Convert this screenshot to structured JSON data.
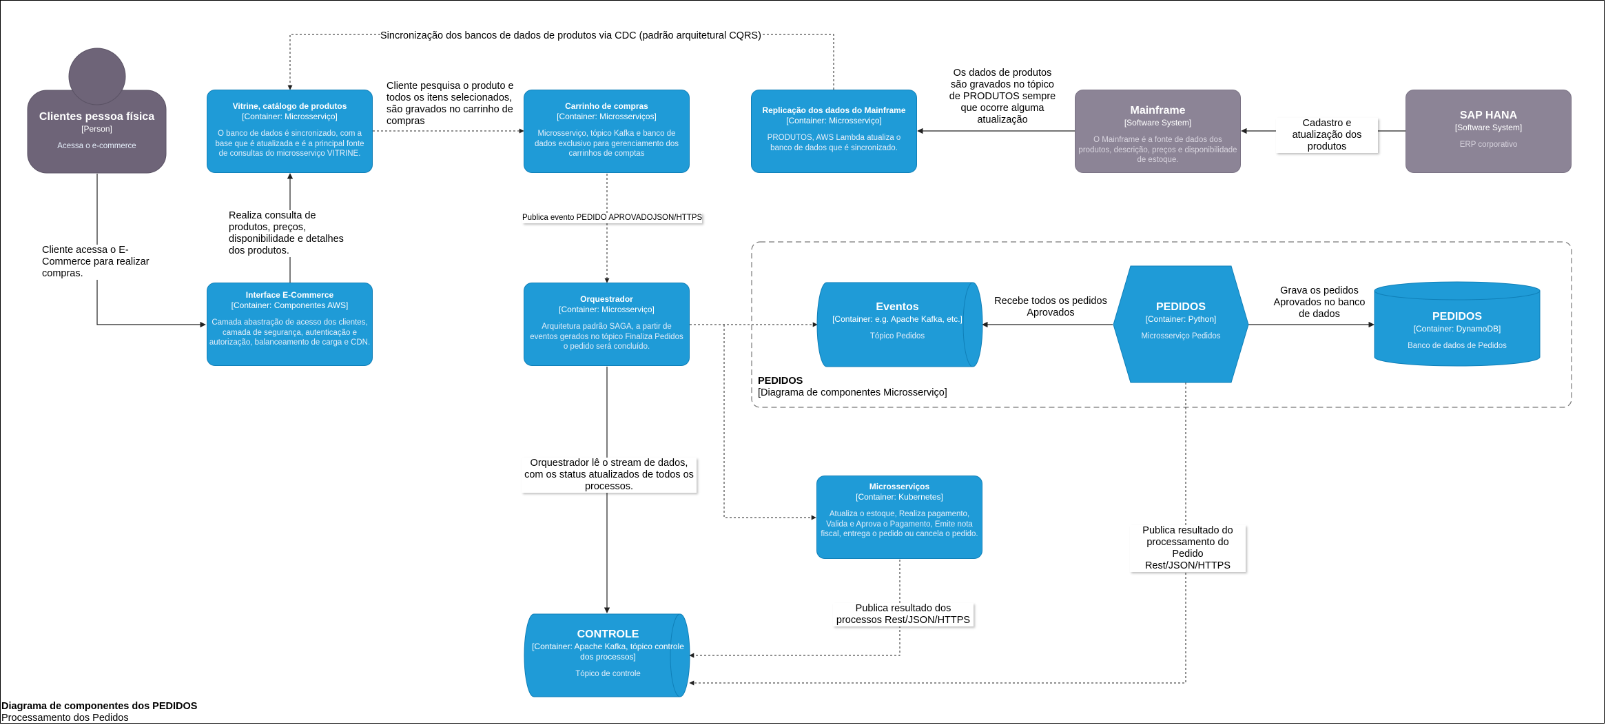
{
  "nodes": {
    "clientes": {
      "title": "Clientes pessoa física",
      "type": "[Person]",
      "desc": "Acessa o e-commerce"
    },
    "vitrine": {
      "title": "Vitrine, catálogo de produtos",
      "type": "[Container: Microsserviço]",
      "desc": "O banco de dados é sincronizado, com a base que é atualizada e é a principal fonte de consultas do microsserviço VITRINE."
    },
    "carrinho": {
      "title": "Carrinho de compras",
      "type": "[Container: Microsserviços]",
      "desc": "Microsserviço, tópico Kafka e banco de dados exclusivo para gerenciamento dos carrinhos de comptas"
    },
    "replicacao": {
      "title": "Replicação dos dados do Mainframe",
      "type": "[Container: Microsserviço]",
      "desc": "PRODUTOS, AWS Lambda atualiza o banco de dados que é sincronizado."
    },
    "mainframe": {
      "title": "Mainframe",
      "type": "[Software System]",
      "desc": "O Mainframe é a fonte de dados dos produtos, descrição, preços e disponibilidade de estoque."
    },
    "sap": {
      "title": "SAP HANA",
      "type": "[Software System]",
      "desc": "ERP corporativo"
    },
    "interface": {
      "title": "Interface E-Commerce",
      "type": "[Container: Componentes AWS]",
      "desc": "Camada abastração de acesso dos clientes, camada de segurança, autenticação e autorização, balanceamento de carga e CDN."
    },
    "orquestrador": {
      "title": "Orquestrador",
      "type": "[Container: Microsserviço]",
      "desc": "Arquitetura padrão SAGA, a partir de eventos gerados no tópico Finaliza Pedidos o pedido será concluído."
    },
    "eventos": {
      "title": "Eventos",
      "type": "[Container: e.g. Apache Kafka, etc.]",
      "desc": "Tópico Pedidos"
    },
    "pedidos_svc": {
      "title": "PEDIDOS",
      "type": "[Container: Python]",
      "desc": "Microsserviço Pedidos"
    },
    "pedidos_db": {
      "title": "PEDIDOS",
      "type": "[Container: DynamoDB]",
      "desc": "Banco de dados de Pedidos"
    },
    "microsservicos": {
      "title": "Microsserviços",
      "type": "[Container: Kubernetes]",
      "desc": "Atualiza o estoque, Realiza pagamento, Valida e Aprova o Pagamento, Emite nota fiscal, entrega o pedido ou cancela o pedido."
    },
    "controle": {
      "title": "CONTROLE",
      "type": "[Container: Apache Kafka, tópico controle dos processos]",
      "desc": "Tópico de controle"
    }
  },
  "boundary": {
    "title": "PEDIDOS",
    "subtitle": "[Diagrama de componentes Microsserviço]"
  },
  "edges": {
    "sync": "Sincronização dos bancos de dados de produtos via CDC (padrão arquitetural CQRS)",
    "cliente_pesquisa": "Cliente pesquisa o produto e todos os itens selecionados, são gravados no carrinho de compras",
    "dados_produtos": "Os dados de produtos são gravados no tópico de PRODUTOS sempre que ocorre alguma atualização",
    "cadastro": "Cadastro e atualização dos produtos",
    "consulta": "Realiza consulta de produtos, preços, disponibilidade e detalhes dos produtos.",
    "cliente_acessa": "Cliente acessa o E-Commerce para realizar compras.",
    "publica_evento": "Publica evento PEDIDO APROVADOJSON/HTTPS",
    "recebe": "Recebe todos os pedidos Aprovados",
    "grava": "Grava os pedidos Aprovados no banco de dados",
    "orq_le": "Orquestrador lê o stream de dados, com os status atualizados de todos os processos.",
    "publica_pedido": "Publica resultado do processamento do Pedido Rest/JSON/HTTPS",
    "publica_processos": "Publica resultado dos processos Rest/JSON/HTTPS"
  },
  "footer": {
    "title": "Diagrama de componentes dos PEDIDOS",
    "subtitle": "Processamento dos Pedidos"
  },
  "colors": {
    "container": "#1f9bd7",
    "external": "#8c8496",
    "person": "#6e6478",
    "line": "#222222"
  }
}
